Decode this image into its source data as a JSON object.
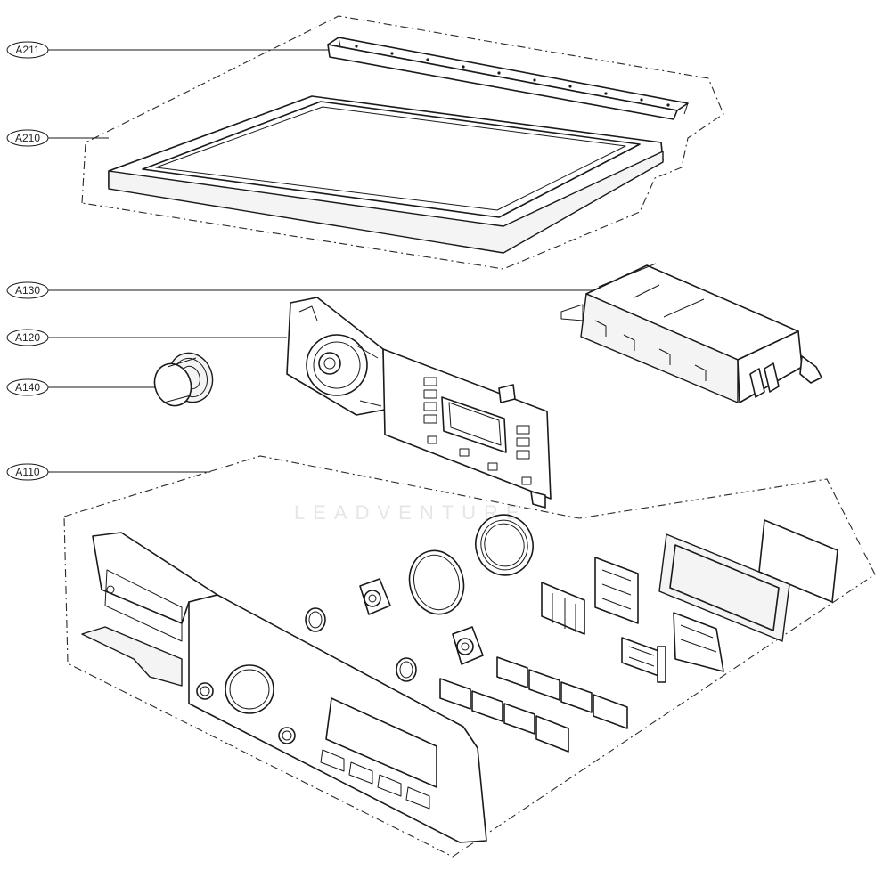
{
  "labels": [
    {
      "id": "a211",
      "text": "A211"
    },
    {
      "id": "a210",
      "text": "A210"
    },
    {
      "id": "a130",
      "text": "A130"
    },
    {
      "id": "a120",
      "text": "A120"
    },
    {
      "id": "a140",
      "text": "A140"
    },
    {
      "id": "a110",
      "text": "A110"
    }
  ],
  "watermark": "LEADVENTURE"
}
